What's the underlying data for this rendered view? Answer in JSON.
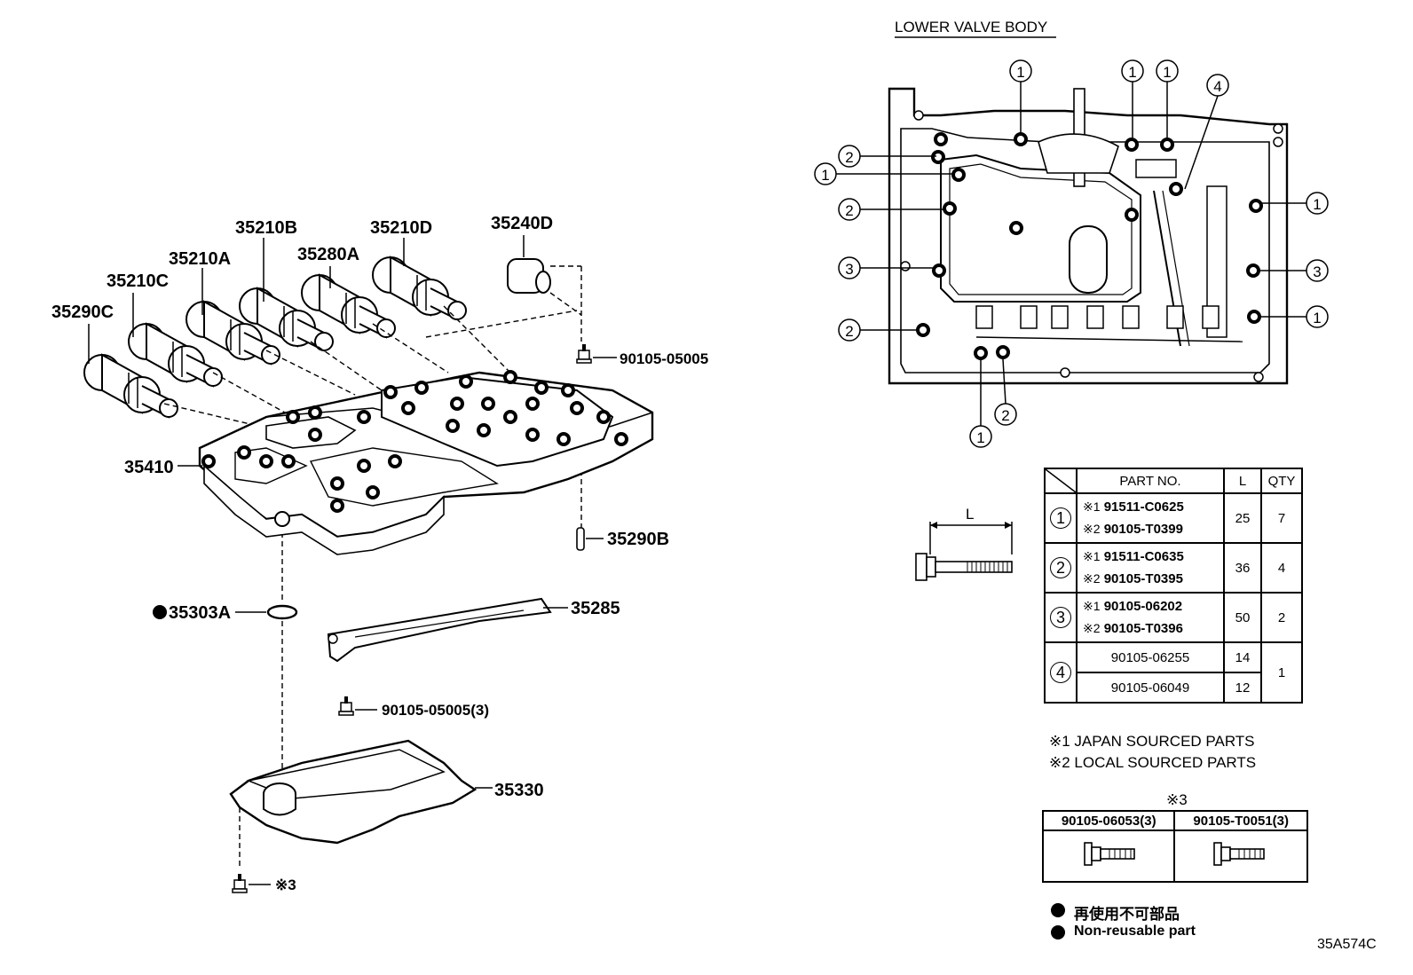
{
  "lower_title": "LOWER VALVE BODY",
  "parts": {
    "p35290C": "35290C",
    "p35210C": "35210C",
    "p35210A": "35210A",
    "p35210B": "35210B",
    "p35280A": "35280A",
    "p35210D": "35210D",
    "p35240D": "35240D",
    "p90105_05005": "90105-05005",
    "p35410": "35410",
    "p35290B": "35290B",
    "p35303A": "35303A",
    "p35285": "35285",
    "p90105_05005_3": "90105-05005(3)",
    "p35330": "35330",
    "ref3": "※3"
  },
  "callouts": {
    "c1": "1",
    "c2": "2",
    "c3": "3",
    "c4": "4"
  },
  "bolt_dim": "L",
  "table": {
    "headers": {
      "part_no": "PART NO.",
      "l": "L",
      "qty": "QTY"
    },
    "rows": [
      {
        "no": "1",
        "m1": "※1",
        "pn1": "91511-C0625",
        "m2": "※2",
        "pn2": "90105-T0399",
        "l": "25",
        "qty": "7"
      },
      {
        "no": "2",
        "m1": "※1",
        "pn1": "91511-C0635",
        "m2": "※2",
        "pn2": "90105-T0395",
        "l": "36",
        "qty": "4"
      },
      {
        "no": "3",
        "m1": "※1",
        "pn1": "90105-06202",
        "m2": "※2",
        "pn2": "90105-T0396",
        "l": "50",
        "qty": "2"
      }
    ],
    "row4": {
      "no": "4",
      "pn1": "90105-06255",
      "l1": "14",
      "pn2": "90105-06049",
      "l2": "12",
      "qty": "1"
    }
  },
  "notes": {
    "n1": "※1 JAPAN SOURCED PARTS",
    "n2": "※2 LOCAL SOURCED PARTS"
  },
  "bolt_table": {
    "title": "※3",
    "col1": "90105-06053(3)",
    "col2": "90105-T0051(3)"
  },
  "legend": {
    "jp": "再使用不可部品",
    "en": "Non-reusable part"
  },
  "figure_id": "35A574C"
}
